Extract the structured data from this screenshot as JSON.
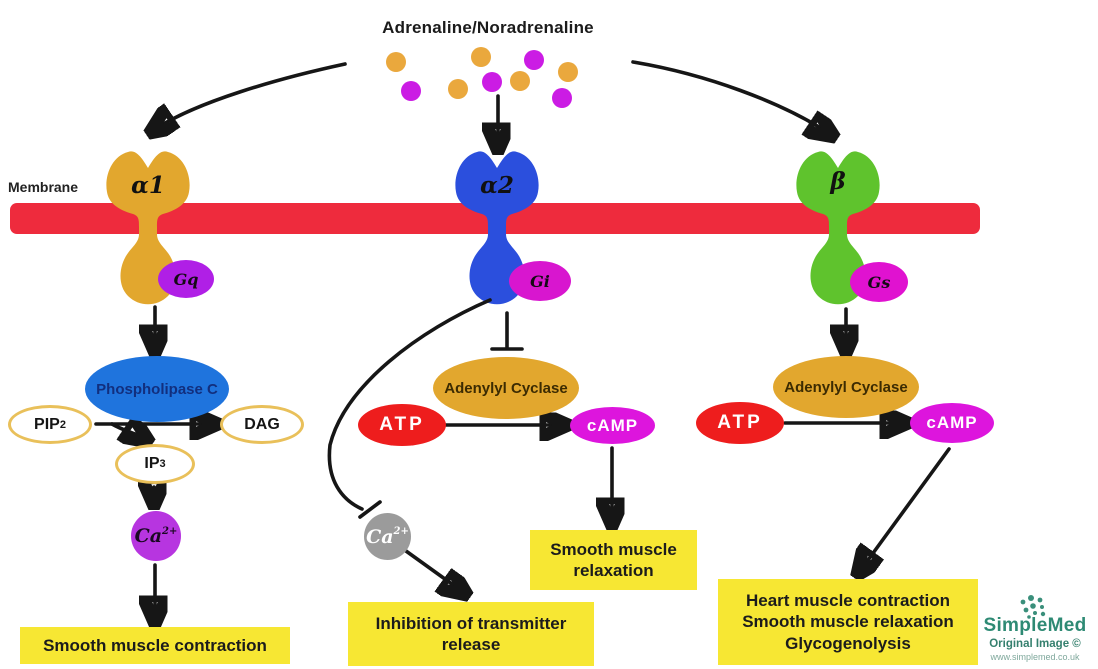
{
  "title": "Adrenaline/Noradrenaline",
  "membrane_label": "Membrane",
  "ligands": {
    "orange_count": 5,
    "magenta_count": 4
  },
  "receptors": {
    "alpha1": {
      "label": "α1",
      "g_protein": "Gq"
    },
    "alpha2": {
      "label": "α2",
      "g_protein": "Gi"
    },
    "beta": {
      "label": "β",
      "g_protein": "Gs"
    }
  },
  "left_pathway": {
    "enzyme": "Phospholipase C",
    "pip2_base": "PIP",
    "pip2_sub": "2",
    "dag": "DAG",
    "ip3_base": "IP",
    "ip3_sub": "3",
    "ca_base": "Ca",
    "ca_sup": "2+",
    "outcome": "Smooth muscle contraction"
  },
  "middle_pathway": {
    "enzyme": "Adenylyl Cyclase",
    "atp": "ATP",
    "camp": "cAMP",
    "ca_base": "Ca",
    "ca_sup": "2+",
    "camp_outcome": "Smooth muscle relaxation",
    "ca_outcome": "Inhibition of transmitter release"
  },
  "right_pathway": {
    "enzyme": "Adenylyl Cyclase",
    "atp": "ATP",
    "camp": "cAMP",
    "outcomes": [
      "Heart muscle contraction",
      "Smooth muscle relaxation",
      "Glycogenolysis"
    ]
  },
  "watermark": {
    "brand": "SimpleMed",
    "line1": "Original Image ©",
    "line2": "www.simplemed.co.uk"
  },
  "colors": {
    "membrane": "#ee2b3d",
    "alpha1_receptor": "#e2a72e",
    "alpha2_receptor": "#2b4fdd",
    "beta_receptor": "#5fc32d",
    "gq": "#b01fe6",
    "gi": "#d816cf",
    "gs": "#e012d0",
    "phospholipase_c": "#1f74dd",
    "adenylyl_cyclase": "#e2a72e",
    "atp": "#ee1d1d",
    "camp": "#dd15dd",
    "ca_purple": "#b735e0",
    "ca_gray": "#9b9b9b",
    "outcome_box": "#f7e733",
    "ligand_orange": "#eaa83d",
    "ligand_magenta": "#cb1ce4",
    "brand_teal": "#2e8a74"
  }
}
